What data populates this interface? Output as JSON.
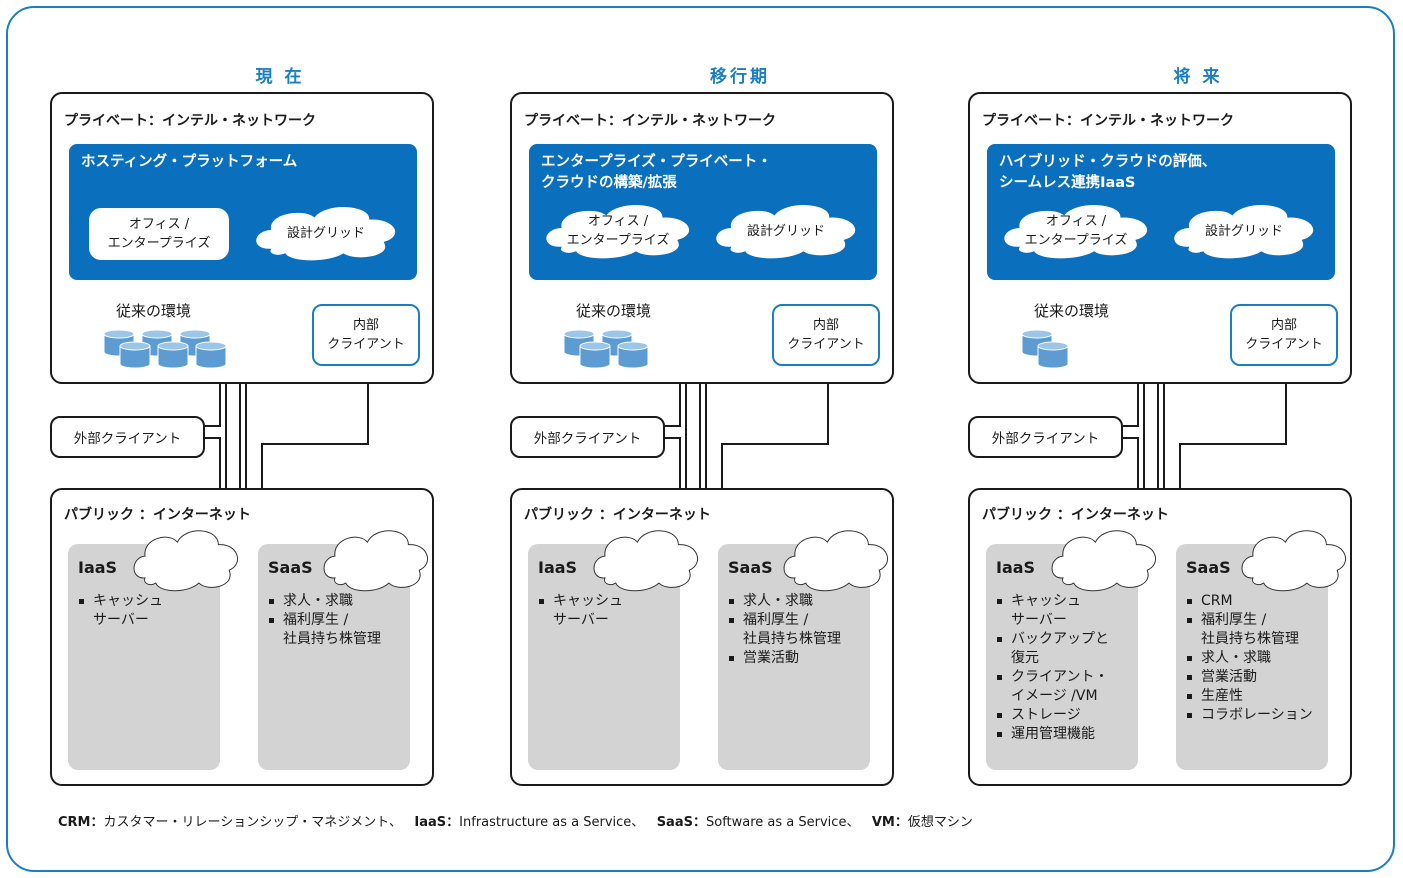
{
  "phases": [
    {
      "title": "現 在",
      "private": {
        "title": "プライベート：インテル・ネットワーク",
        "platform_title": "ホスティング・プラットフォーム",
        "office": "オフィス /\nエンタープライズ",
        "grid": "設計グリッド",
        "legacy": "従来の環境",
        "internal_client": "内部\nクライアント",
        "legacy_db_count": 6
      },
      "external_client": "外部クライアント",
      "public": {
        "title": "パブリック ：インターネット",
        "iaas": {
          "name": "IaaS",
          "items": [
            "キャッシュ\nサーバー"
          ]
        },
        "saas": {
          "name": "SaaS",
          "items": [
            "求人・求職",
            "福利厚生 /\n社員持ち株管理"
          ]
        }
      }
    },
    {
      "title": "移行期",
      "private": {
        "title": "プライベート：インテル・ネットワーク",
        "platform_title": "エンタープライズ・プライベート・\nクラウドの構築/拡張",
        "office": "オフィス /\nエンタープライズ",
        "grid": "設計グリッド",
        "legacy": "従来の環境",
        "internal_client": "内部\nクライアント",
        "legacy_db_count": 4
      },
      "external_client": "外部クライアント",
      "public": {
        "title": "パブリック ：インターネット",
        "iaas": {
          "name": "IaaS",
          "items": [
            "キャッシュ\nサーバー"
          ]
        },
        "saas": {
          "name": "SaaS",
          "items": [
            "求人・求職",
            "福利厚生 /\n社員持ち株管理",
            "営業活動"
          ]
        }
      }
    },
    {
      "title": "将 来",
      "private": {
        "title": "プライベート：インテル・ネットワーク",
        "platform_title": "ハイブリッド・クラウドの評価、\nシームレス連携IaaS",
        "office": "オフィス /\nエンタープライズ",
        "grid": "設計グリッド",
        "legacy": "従来の環境",
        "internal_client": "内部\nクライアント",
        "legacy_db_count": 2
      },
      "external_client": "外部クライアント",
      "public": {
        "title": "パブリック ：インターネット",
        "iaas": {
          "name": "IaaS",
          "items": [
            "キャッシュ\nサーバー",
            "バックアップと\n復元",
            "クライアント・\nイメージ /VM",
            "ストレージ",
            "運用管理機能"
          ]
        },
        "saas": {
          "name": "SaaS",
          "items": [
            "CRM",
            "福利厚生 /\n社員持ち株管理",
            "求人・求職",
            "営業活動",
            "生産性",
            "コラボレーション"
          ]
        }
      }
    }
  ],
  "footnote": [
    {
      "term": "CRM",
      "sep": "：",
      "def": "カスタマー・リレーションシップ・マネジメント、"
    },
    {
      "term": "IaaS",
      "sep": "：",
      "def": "Infrastructure as a Service、"
    },
    {
      "term": "SaaS",
      "sep": "：",
      "def": "Software as a Service、"
    },
    {
      "term": "VM",
      "sep": "：",
      "def": "仮想マシン"
    }
  ],
  "colors": {
    "accent": "#1a7fc1",
    "platform": "#0a6fbd",
    "panel": "#d3d3d3",
    "db": "#6aa6d8"
  }
}
